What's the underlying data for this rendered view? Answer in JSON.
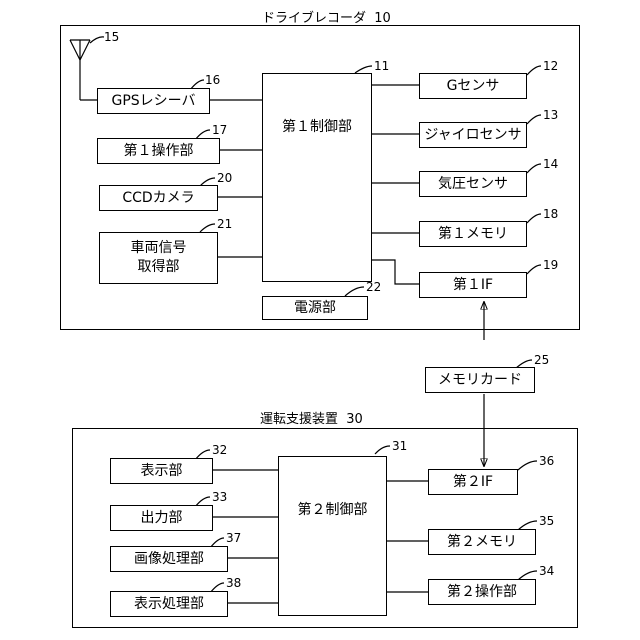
{
  "upper": {
    "title": "ドライブレコーダ",
    "ref": "10",
    "antenna_ref": "15",
    "gps": {
      "label": "GPSレシーバ",
      "ref": "16"
    },
    "op1": {
      "label": "第１操作部",
      "ref": "17"
    },
    "ccd": {
      "label": "CCDカメラ",
      "ref": "20"
    },
    "vehicle": {
      "label_line1": "車両信号",
      "label_line2": "取得部",
      "ref": "21"
    },
    "ctrl1": {
      "label": "第１制御部",
      "ref": "11"
    },
    "power": {
      "label": "電源部",
      "ref": "22"
    },
    "gsensor": {
      "label": "Gセンサ",
      "ref": "12"
    },
    "gyro": {
      "label": "ジャイロセンサ",
      "ref": "13"
    },
    "pressure": {
      "label": "気圧センサ",
      "ref": "14"
    },
    "mem1": {
      "label": "第１メモリ",
      "ref": "18"
    },
    "if1": {
      "label": "第１IF",
      "ref": "19"
    }
  },
  "card": {
    "label": "メモリカード",
    "ref": "25"
  },
  "lower": {
    "title": "運転支援装置",
    "ref": "30",
    "display": {
      "label": "表示部",
      "ref": "32"
    },
    "output": {
      "label": "出力部",
      "ref": "33"
    },
    "imgproc": {
      "label": "画像処理部",
      "ref": "37"
    },
    "dispproc": {
      "label": "表示処理部",
      "ref": "38"
    },
    "ctrl2": {
      "label": "第２制御部",
      "ref": "31"
    },
    "if2": {
      "label": "第２IF",
      "ref": "36"
    },
    "mem2": {
      "label": "第２メモリ",
      "ref": "35"
    },
    "op2": {
      "label": "第２操作部",
      "ref": "34"
    }
  }
}
